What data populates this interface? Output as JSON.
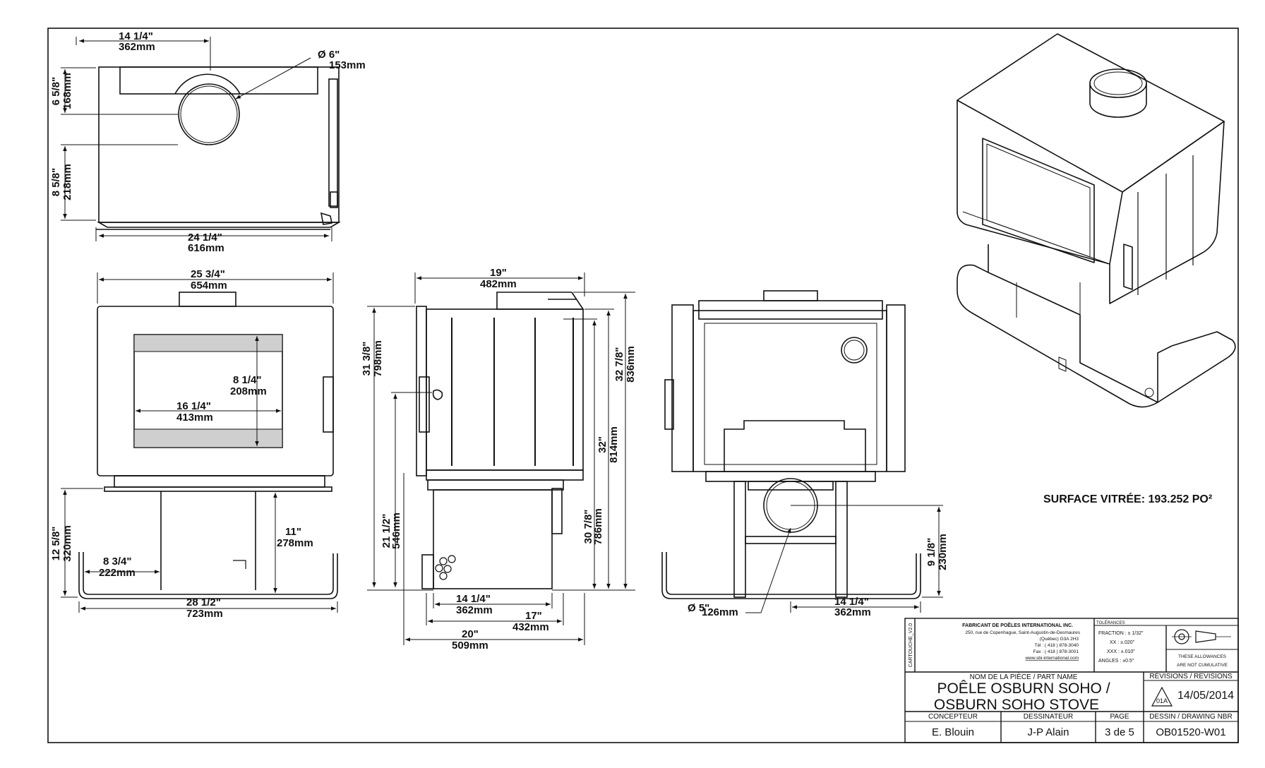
{
  "top_view": {
    "width_in": "14 1/4\"",
    "width_mm": "362mm",
    "pipe_diam_in": "Ø 6\"",
    "pipe_diam_mm": "153mm",
    "depth1_in": "6 5/8\"",
    "depth1_mm": "168mm",
    "depth2_in": "8 5/8\"",
    "depth2_mm": "218mm",
    "total_in": "24 1/4\"",
    "total_mm": "616mm"
  },
  "front_view": {
    "width_in": "25 3/4\"",
    "width_mm": "654mm",
    "glass_h_in": "8 1/4\"",
    "glass_h_mm": "208mm",
    "glass_w_in": "16 1/4\"",
    "glass_w_mm": "413mm",
    "ped_h_in": "12 5/8\"",
    "ped_h_mm": "320mm",
    "base_h_in": "11\"",
    "base_h_mm": "278mm",
    "foot_in": "8 3/4\"",
    "foot_mm": "222mm",
    "base_w_in": "28 1/2\"",
    "base_w_mm": "723mm"
  },
  "side_view": {
    "depth_in": "19\"",
    "depth_mm": "482mm",
    "h1_in": "31 3/8\"",
    "h1_mm": "798mm",
    "h2_in": "32 7/8\"",
    "h2_mm": "836mm",
    "h3_in": "32\"",
    "h3_mm": "814mm",
    "h4_in": "30 7/8\"",
    "h4_mm": "786mm",
    "h5_in": "21 1/2\"",
    "h5_mm": "546mm",
    "b1_in": "14 1/4\"",
    "b1_mm": "362mm",
    "b2_in": "17\"",
    "b2_mm": "432mm",
    "b3_in": "20\"",
    "b3_mm": "509mm"
  },
  "rear_view": {
    "outlet_in": "Ø 5\"",
    "outlet_mm": "126mm",
    "w_in": "14 1/4\"",
    "w_mm": "362mm",
    "h_in": "9 1/8\"",
    "h_mm": "230mm"
  },
  "glass_surface": "SURFACE VITRÉE: 193.252 PO²",
  "title_block": {
    "vertical_tag": "CARTOUCHE_V2.0",
    "company": "FABRICANT DE POÊLES INTERNATIONAL INC.",
    "address_1": "250, rue de Copenhague, Saint-Augustin-de-Desmaures",
    "address_2": "(Québec) G3A 2H3",
    "tel": "Tél : ( 418 ) 878-3040",
    "fax": "Fax : ( 418 ) 878-3001",
    "web": "www.sbi-international.com",
    "tolerances_label": "TOLÉRANCES",
    "tol_fraction": "FRACTION : ± 1/32\"",
    "tol_xx": "XX :   ±.020\"",
    "tol_xxx": "XXX :   ±.010\"",
    "tol_angles": "ANGLES : ±0.5°",
    "allow_1": "THESE ALLOWANCES",
    "allow_2": "ARE NOT CUMULATIVE",
    "part_name_label": "NOM DE LA PIÈCE / PART NAME",
    "part_name_1": "POÊLE OSBURN SOHO /",
    "part_name_2": "OSBURN SOHO STOVE",
    "revisions_label": "RÉVISIONS / REVISIONS",
    "revision_code": "01A",
    "revision_date": "14/05/2014",
    "designer_label": "CONCEPTEUR",
    "drafter_label": "DESSINATEUR",
    "page_label": "PAGE",
    "drawing_label": "DESSIN / DRAWING NBR",
    "designer": "E. Blouin",
    "drafter": "J-P Alain",
    "page": "3 de 5",
    "drawing_number": "OB01520-W01"
  }
}
